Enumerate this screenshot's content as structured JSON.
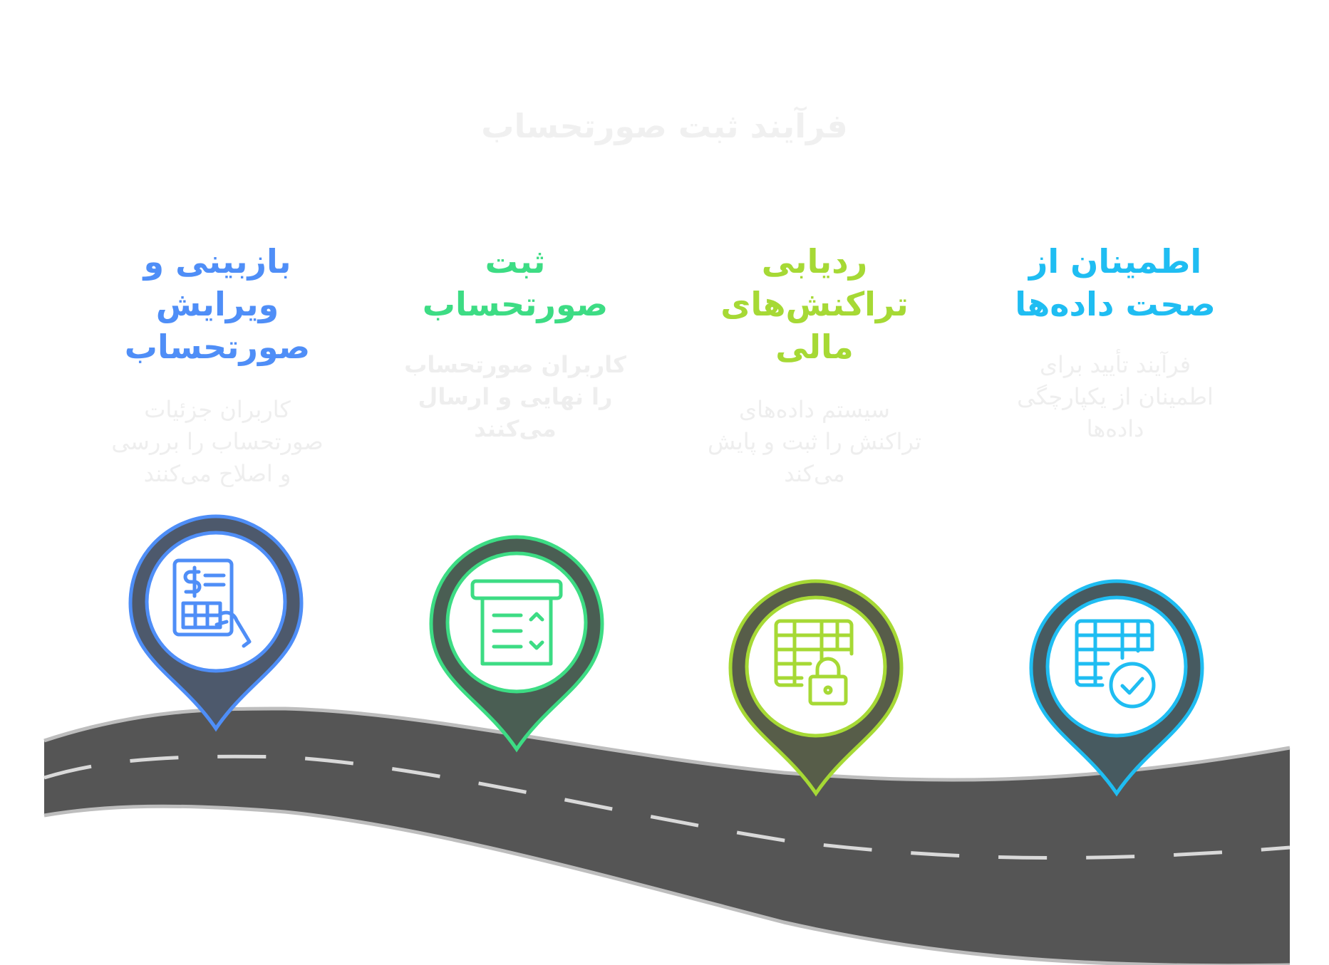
{
  "title": "فرآیند ثبت صورتحساب",
  "steps": [
    {
      "heading": [
        "بازبینی و",
        "ویرایش",
        "صورتحساب"
      ],
      "description": [
        "کاربران جزئیات",
        "صورتحساب را بررسی",
        "و اصلاح می‌کنند"
      ],
      "icon": "invoice-review-icon",
      "color": "#4f8ef7"
    },
    {
      "heading": [
        "ثبت",
        "صورتحساب"
      ],
      "description": [
        "کاربران صورتحساب",
        "را نهایی و ارسال",
        "می‌کنند"
      ],
      "icon": "receipt-checklist-icon",
      "color": "#3ddc84"
    },
    {
      "heading": [
        "ردیابی",
        "تراکنش‌های",
        "مالی"
      ],
      "description": [
        "سیستم داده‌های",
        "تراکنش را ثبت و پایش",
        "می‌کند"
      ],
      "icon": "locked-spreadsheet-icon",
      "color": "#a6d935"
    },
    {
      "heading": [
        "اطمینان از",
        "صحت داده‌ها"
      ],
      "description": [
        "فرآیند تأیید برای",
        "اطمینان از یکپارچگی",
        "داده‌ها"
      ],
      "icon": "verified-spreadsheet-icon",
      "color": "#1fbdf2"
    }
  ],
  "colors": {
    "road": "#555555",
    "road_edge": "#bdbdbd",
    "road_dash": "#d9d9d9",
    "pin_body": "#4d4d4d"
  }
}
